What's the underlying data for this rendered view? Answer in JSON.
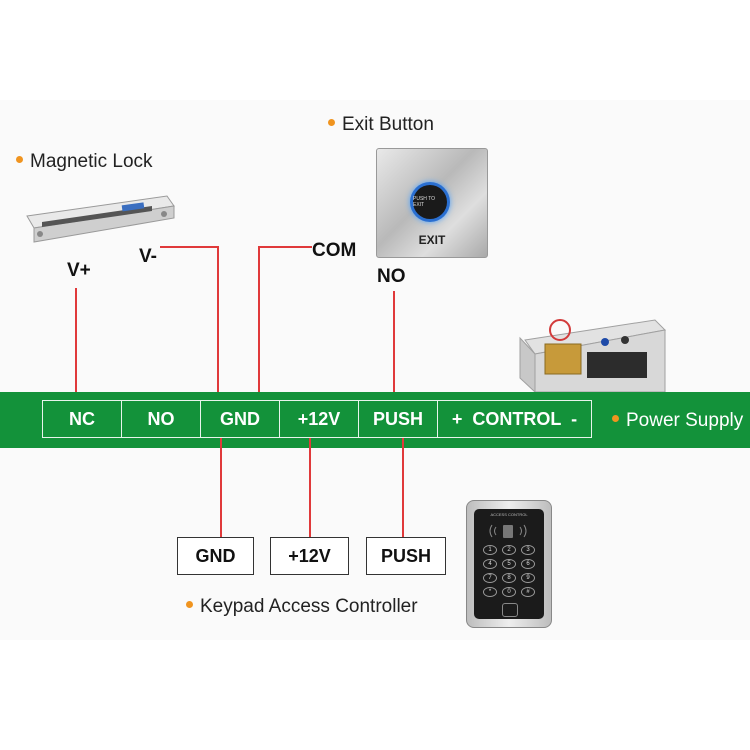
{
  "lock": {
    "label": "Magnetic Lock",
    "vplus": "V+",
    "vminus": "V-"
  },
  "exit": {
    "label": "Exit Button",
    "text": "EXIT",
    "com": "COM",
    "no": "NO",
    "led_text": "PUSH TO EXIT"
  },
  "terminals": [
    "NC",
    "NO",
    "GND",
    "+12V",
    "PUSH",
    "+  CONTROL  -"
  ],
  "power_supply": {
    "label": "Power Supply"
  },
  "keypad": {
    "label": "Keypad Access Controller",
    "terminals": [
      "GND",
      "+12V",
      "PUSH"
    ],
    "brand": "ACCESS CONTROL",
    "keys": [
      "1",
      "2",
      "3",
      "4",
      "5",
      "6",
      "7",
      "8",
      "9",
      "*",
      "0",
      "#"
    ]
  },
  "colors": {
    "band": "#13923a",
    "wire": "#e0393a",
    "bullet": "#f0941f"
  }
}
